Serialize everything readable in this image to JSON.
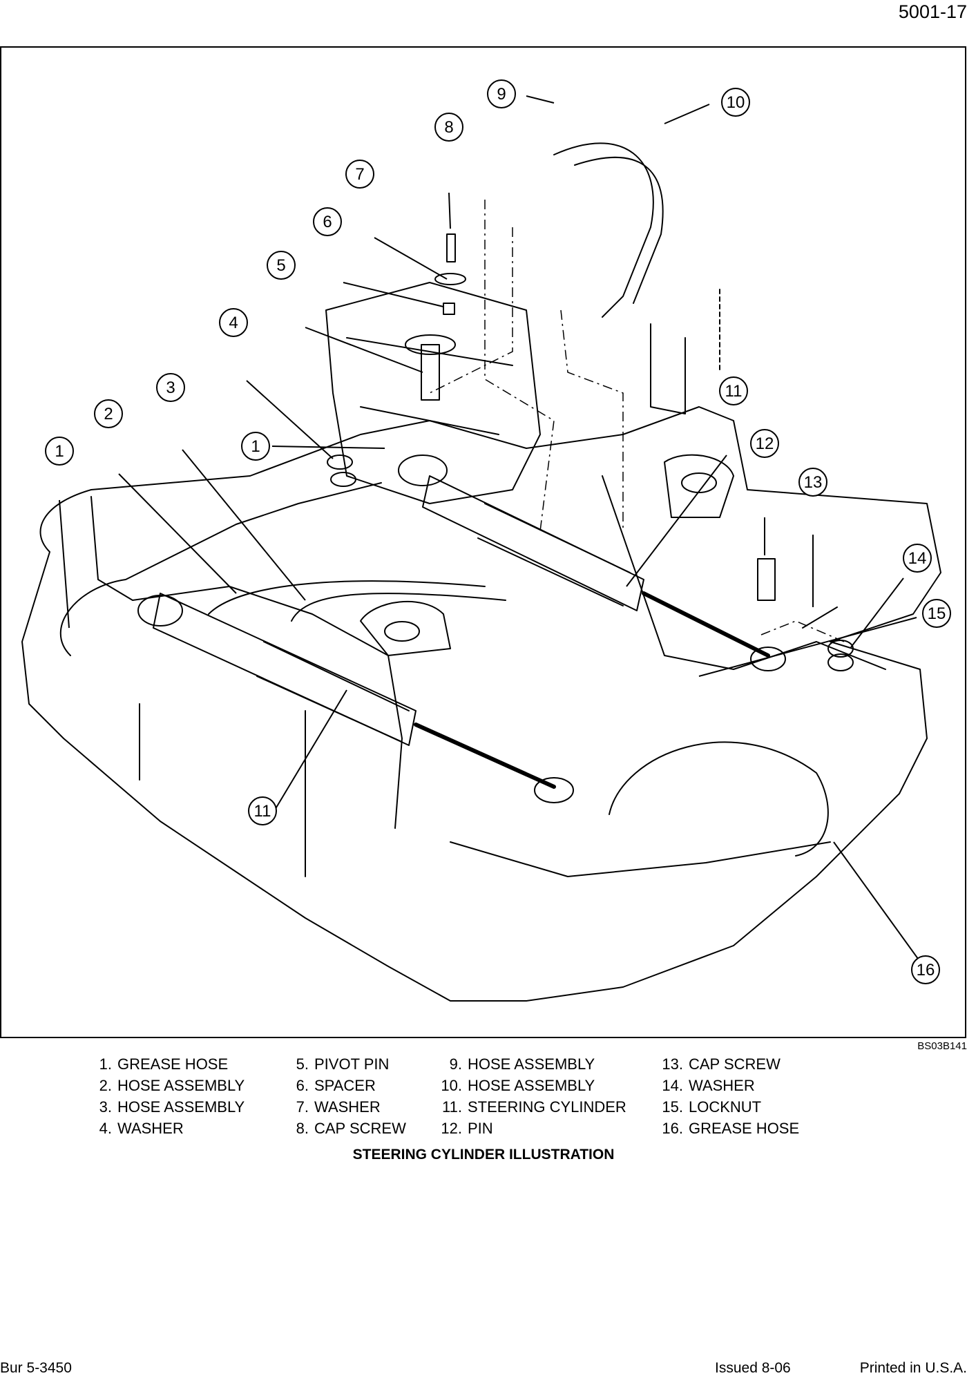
{
  "header": {
    "page_number": "5001-17"
  },
  "figure": {
    "id": "BS03B141",
    "title": "STEERING CYLINDER ILLUSTRATION",
    "callouts": [
      "1",
      "2",
      "3",
      "4",
      "5",
      "6",
      "7",
      "8",
      "9",
      "10",
      "11",
      "12",
      "13",
      "14",
      "15",
      "16",
      "1",
      "11"
    ]
  },
  "legend": {
    "items": [
      {
        "num": "1.",
        "label": "GREASE HOSE"
      },
      {
        "num": "2.",
        "label": "HOSE ASSEMBLY"
      },
      {
        "num": "3.",
        "label": "HOSE ASSEMBLY"
      },
      {
        "num": "4.",
        "label": "WASHER"
      },
      {
        "num": "5.",
        "label": "PIVOT PIN"
      },
      {
        "num": "6.",
        "label": "SPACER"
      },
      {
        "num": "7.",
        "label": "WASHER"
      },
      {
        "num": "8.",
        "label": "CAP SCREW"
      },
      {
        "num": "9.",
        "label": "HOSE ASSEMBLY"
      },
      {
        "num": "10.",
        "label": "HOSE ASSEMBLY"
      },
      {
        "num": "11.",
        "label": "STEERING CYLINDER"
      },
      {
        "num": "12.",
        "label": "PIN"
      },
      {
        "num": "13.",
        "label": "CAP SCREW"
      },
      {
        "num": "14.",
        "label": "WASHER"
      },
      {
        "num": "15.",
        "label": "LOCKNUT"
      },
      {
        "num": "16.",
        "label": "GREASE HOSE"
      }
    ]
  },
  "footer": {
    "doc_number": "Bur 5-3450",
    "issued": "Issued  8-06",
    "printed": "Printed in U.S.A."
  }
}
